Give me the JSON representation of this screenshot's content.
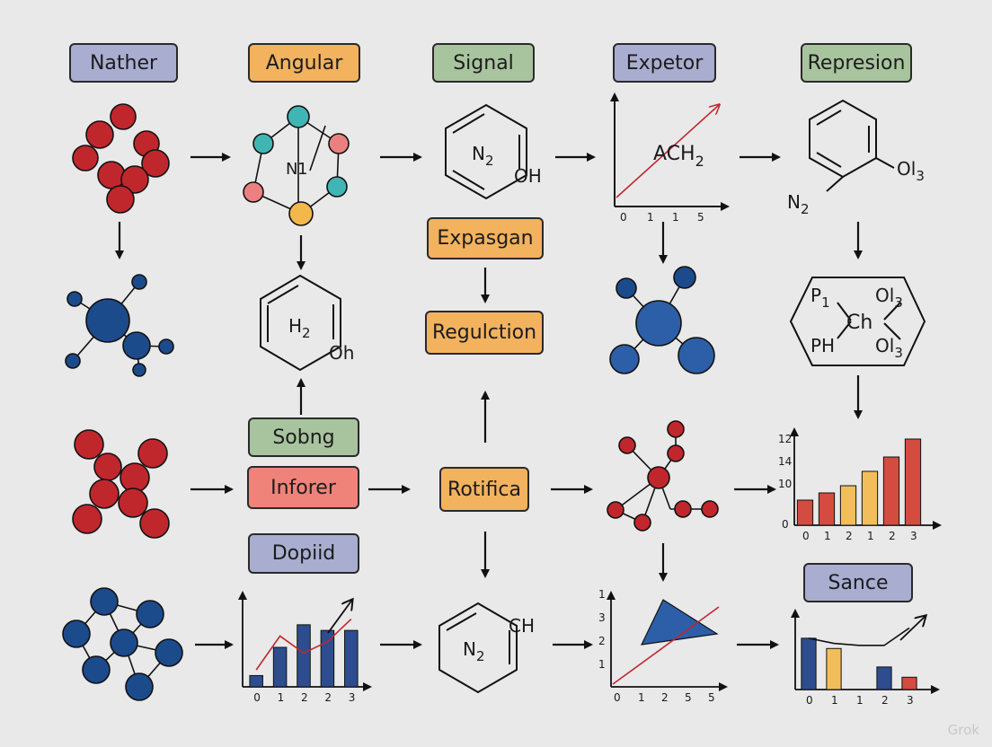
{
  "colors": {
    "background": "#e9e9ea",
    "label_purple": "#a9add0",
    "label_orange": "#f2b25e",
    "label_green": "#a8c49e",
    "label_red": "#ef8379",
    "atom_red": "#c0272d",
    "atom_blue": "#1c4b8c",
    "atom_teal": "#3fb6b4",
    "atom_pink": "#ec8080",
    "atom_yellow": "#f2b84b",
    "bar_blue": "#2d4d8e",
    "bar_red": "#d44b3f",
    "bar_yellow": "#f2be5c",
    "trend_red": "#c0272d"
  },
  "labels": {
    "nather": "Nather",
    "angular": "Angular",
    "signal": "Signal",
    "expetor": "Expetor",
    "represion": "Represion",
    "expasgan": "Expasgan",
    "regulction": "Regulction",
    "sobng": "Sobng",
    "inforer": "Inforer",
    "rotifica": "Rotifica",
    "dopiid": "Dopiid",
    "sance": "Sance"
  },
  "molecules": {
    "angular_center": "N",
    "signal_ring": "N",
    "signal_ring_sub": "2",
    "signal_oh": "OH",
    "h2_ring": "H",
    "h2_ring_sub": "2",
    "h2_oh": "Oh",
    "expetor_formula": "ACH",
    "expetor_formula_sub": "2",
    "represion_n2": "N",
    "represion_n2_sub": "2",
    "represion_ol3": "Ol",
    "represion_ol3_sub": "3",
    "hex_p1": "P",
    "hex_p1_sub": "1",
    "hex_ch": "Ch",
    "hex_ol3_top": "Ol",
    "hex_ol3_top_sub": "3",
    "hex_ph": "PH",
    "hex_ol3_bottom": "Ol",
    "hex_ol3_bottom_sub": "3",
    "bottom_ring": "N",
    "bottom_ring_sub": "2",
    "bottom_ch": "CH"
  },
  "chart_data": [
    {
      "type": "line",
      "name": "expetor-plot",
      "xticks": [
        "0",
        "1",
        "1",
        "5"
      ],
      "x": [
        0,
        1,
        2,
        3,
        4
      ],
      "values": [
        0,
        1,
        2,
        3,
        4
      ]
    },
    {
      "type": "bar",
      "name": "represion-bars",
      "categories": [
        "0",
        "1",
        "2",
        "1",
        "2",
        "3"
      ],
      "values": [
        3.5,
        4.5,
        5.5,
        7.5,
        9.5,
        12
      ],
      "ylim": [
        0,
        13
      ],
      "yticks": [
        "0",
        "10",
        "14",
        "12"
      ],
      "bar_colors": [
        "#d44b3f",
        "#d44b3f",
        "#f2be5c",
        "#f2be5c",
        "#d44b3f",
        "#d44b3f"
      ]
    },
    {
      "type": "bar",
      "name": "dopiid-bars",
      "categories": [
        "0",
        "1",
        "2",
        "2",
        "3"
      ],
      "values": [
        1,
        3.5,
        5.5,
        5,
        5
      ],
      "trend": [
        1.5,
        4.5,
        3,
        4,
        6
      ],
      "ylim": [
        0,
        7
      ],
      "bar_colors": [
        "#2d4d8e",
        "#2d4d8e",
        "#2d4d8e",
        "#2d4d8e",
        "#2d4d8e"
      ]
    },
    {
      "type": "line",
      "name": "triangle-plot",
      "xticks": [
        "0",
        "1",
        "2",
        "5",
        "5"
      ],
      "yticks": [
        "1",
        "2",
        "3",
        "1"
      ],
      "x": [
        0,
        1,
        2,
        3,
        4
      ],
      "values": [
        0,
        1,
        2,
        3,
        4
      ]
    },
    {
      "type": "bar",
      "name": "sance-bars",
      "categories": [
        "0",
        "1",
        "1",
        "2",
        "3"
      ],
      "values": [
        5,
        4,
        0,
        2.2,
        1.2
      ],
      "trend": [
        5,
        4.5,
        4.3,
        4.3,
        6
      ],
      "ylim": [
        0,
        7
      ],
      "bar_colors": [
        "#2d4d8e",
        "#f2be5c",
        "#2d4d8e",
        "#2d4d8e",
        "#d44b3f"
      ]
    }
  ],
  "watermark": "Grok"
}
